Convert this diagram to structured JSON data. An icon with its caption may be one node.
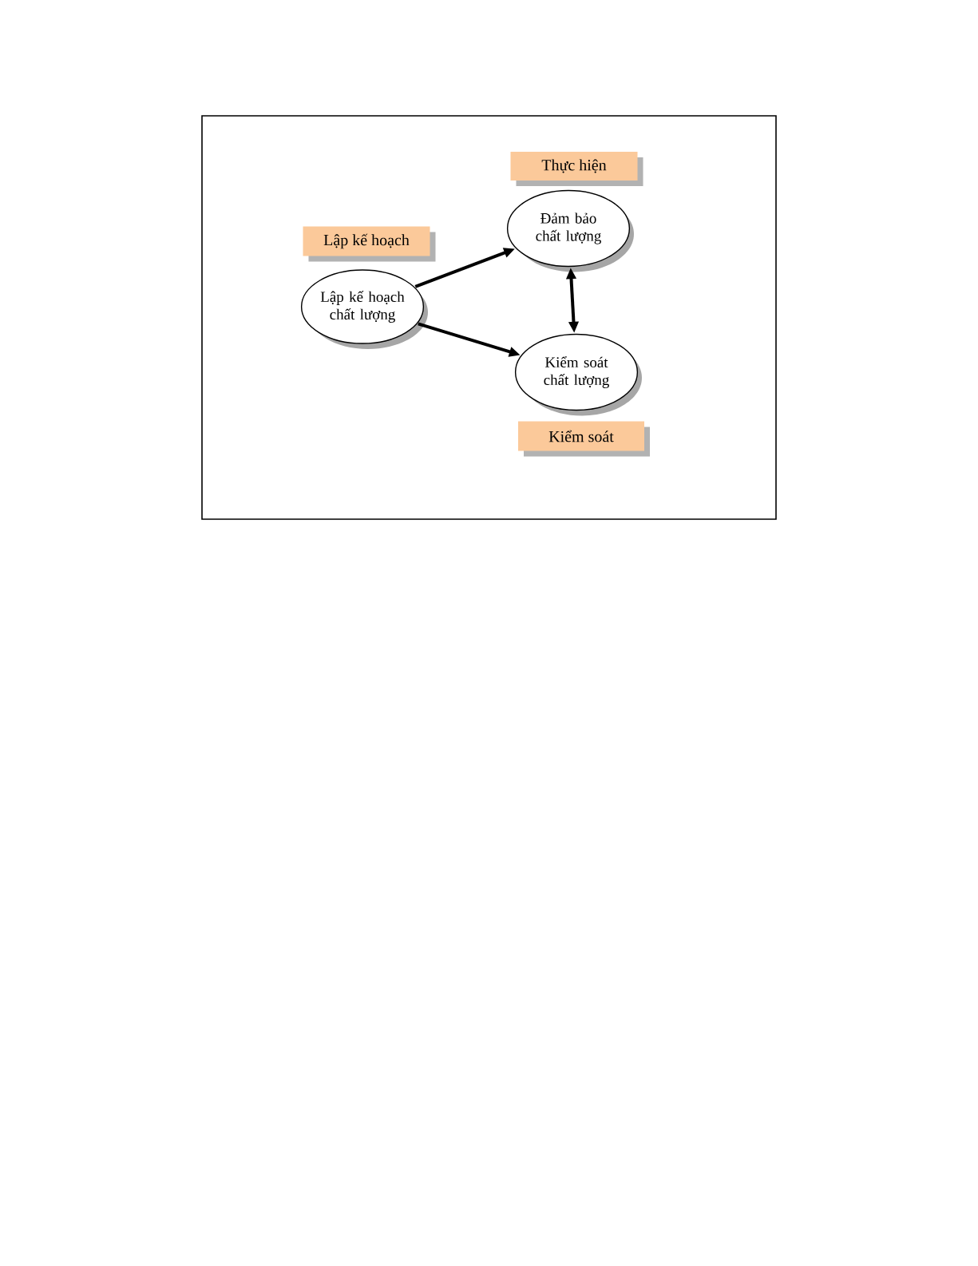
{
  "diagram": {
    "nodes": [
      {
        "text": [
          "Thực hiện"
        ]
      },
      {
        "text": [
          "Đảm bảo chất lượng"
        ]
      },
      {
        "text": [
          "Lập kế hoạch"
        ]
      },
      {
        "text": [
          "Lập kế hoạch chất lượng"
        ]
      },
      {
        "text": [
          "Kiểm soát chất lượng"
        ]
      },
      {
        "text": [
          "Kiểm soát"
        ]
      }
    ],
    "edges": [
      {
        "from": 3,
        "to": 1,
        "arrow": "to"
      },
      {
        "from": 3,
        "to": 4,
        "arrow": "to"
      },
      {
        "from": 1,
        "to": 4,
        "arrow": "both"
      }
    ]
  }
}
